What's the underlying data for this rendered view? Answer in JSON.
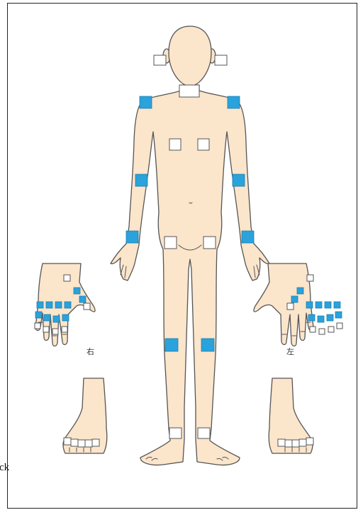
{
  "labels": {
    "right_side": "右",
    "left_side": "左",
    "edge_fragment": "ck"
  },
  "colors": {
    "skin": "#fbe5cb",
    "outline": "#555555",
    "marker_blue": "#2aa2dc",
    "marker_white": "#ffffff",
    "background": "#ffffff"
  },
  "marker_sites": [
    {
      "site": "right-ear",
      "color": "white"
    },
    {
      "site": "left-ear",
      "color": "white"
    },
    {
      "site": "neck",
      "color": "white"
    },
    {
      "site": "right-shoulder",
      "color": "blue"
    },
    {
      "site": "left-shoulder",
      "color": "blue"
    },
    {
      "site": "chest-right",
      "color": "white"
    },
    {
      "site": "chest-left",
      "color": "white"
    },
    {
      "site": "right-elbow",
      "color": "blue"
    },
    {
      "site": "left-elbow",
      "color": "blue"
    },
    {
      "site": "right-wrist",
      "color": "blue"
    },
    {
      "site": "left-wrist",
      "color": "blue"
    },
    {
      "site": "right-hip",
      "color": "white"
    },
    {
      "site": "left-hip",
      "color": "white"
    },
    {
      "site": "right-knee",
      "color": "blue"
    },
    {
      "site": "left-knee",
      "color": "blue"
    },
    {
      "site": "right-ankle",
      "color": "white"
    },
    {
      "site": "left-ankle",
      "color": "white"
    }
  ]
}
